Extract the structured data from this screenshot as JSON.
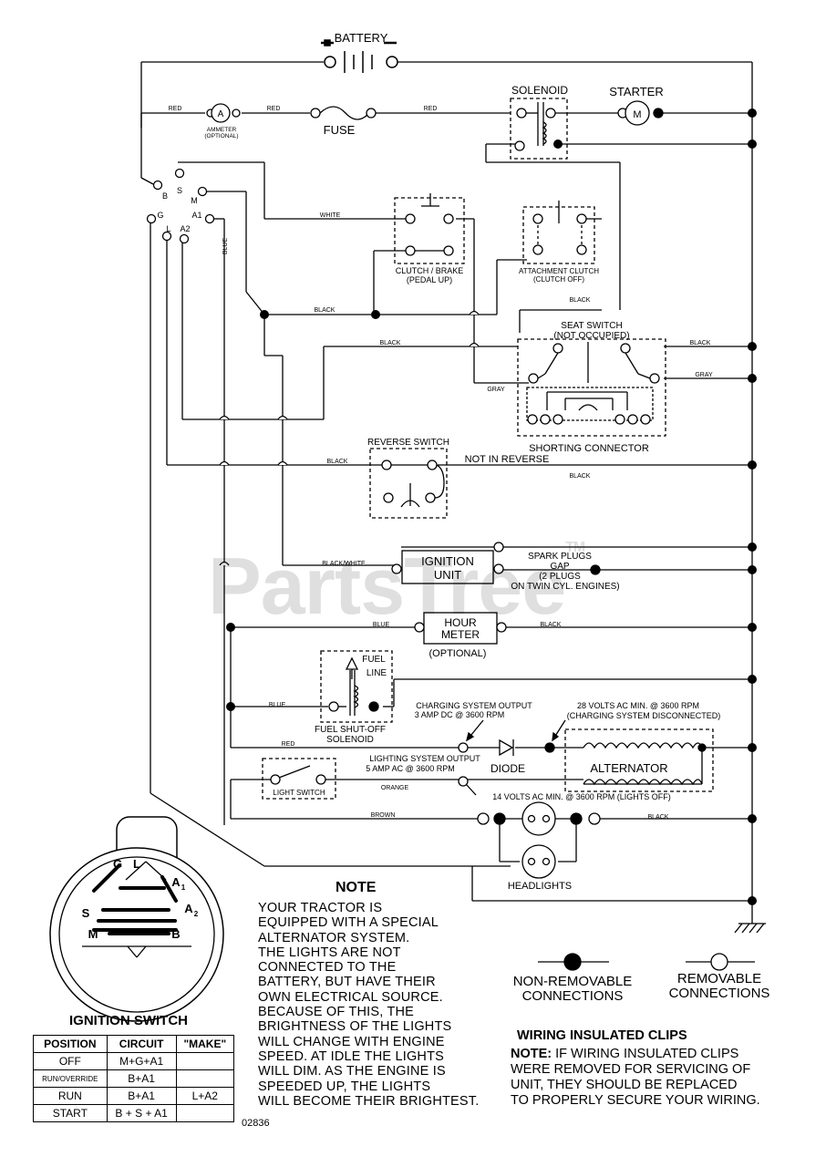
{
  "labels": {
    "battery": "BATTERY",
    "solenoid": "SOLENOID",
    "starter": "STARTER",
    "starter_m": "M",
    "ammeter_symbol": "A",
    "ammeter": "AMMETER",
    "ammeter_opt": "(OPTIONAL)",
    "fuse": "FUSE",
    "red": "RED",
    "white": "WHITE",
    "blue": "BLUE",
    "black": "BLACK",
    "gray": "GRAY",
    "black_white": "BLACK/WHITE",
    "orange": "ORANGE",
    "brown": "BROWN",
    "clutch_brake": "CLUTCH / BRAKE",
    "pedal_up": "(PEDAL UP)",
    "attach_clutch": "ATTACHMENT CLUTCH",
    "clutch_off": "(CLUTCH OFF)",
    "seat_switch": "SEAT SWITCH",
    "not_occupied": "(NOT OCCUPIED)",
    "shorting_connector": "SHORTING CONNECTOR",
    "reverse_switch": "REVERSE SWITCH",
    "not_in_reverse": "NOT IN REVERSE",
    "ignition_unit_1": "IGNITION",
    "ignition_unit_2": "UNIT",
    "spark_plugs": "SPARK PLUGS",
    "gap": "GAP",
    "two_plugs": "(2 PLUGS",
    "twin_cyl": "ON TWIN CYL. ENGINES)",
    "hour_meter_1": "HOUR",
    "hour_meter_2": "METER",
    "optional": "(OPTIONAL)",
    "fuel": "FUEL",
    "line": "LINE",
    "fuel_shutoff": "FUEL SHUT-OFF",
    "solenoid_lc": "SOLENOID",
    "charging_output": "CHARGING SYSTEM OUTPUT",
    "charging_amp": "3 AMP DC @ 3600 RPM",
    "volts28": "28 VOLTS AC MIN. @ 3600 RPM",
    "charging_disc": "(CHARGING SYSTEM DISCONNECTED)",
    "diode": "DIODE",
    "alternator": "ALTERNATOR",
    "lighting_output": "LIGHTING SYSTEM OUTPUT",
    "lighting_amp": "5 AMP AC @ 3600 RPM",
    "volts14": "14 VOLTS AC MIN. @ 3600 RPM (LIGHTS OFF)",
    "light_switch": "LIGHT SWITCH",
    "headlights": "HEADLIGHTS",
    "term_b": "B",
    "term_s": "S",
    "term_m": "M",
    "term_g": "G",
    "term_l": "L",
    "term_a1": "A1",
    "term_a2": "A2"
  },
  "watermark": "PartsTree",
  "watermark_tm": "TM",
  "switch_face": {
    "g": "G",
    "l": "L",
    "a1": "A",
    "a1_sub": "1",
    "s": "S",
    "a2": "A",
    "a2_sub": "2",
    "m": "M",
    "b": "B"
  },
  "note": {
    "title": "NOTE",
    "lines": [
      "YOUR TRACTOR IS",
      "EQUIPPED WITH A SPECIAL",
      "ALTERNATOR SYSTEM.",
      "THE LIGHTS ARE NOT",
      "CONNECTED TO THE",
      "BATTERY, BUT HAVE THEIR",
      "OWN ELECTRICAL SOURCE.",
      "BECAUSE OF THIS, THE",
      "BRIGHTNESS OF THE LIGHTS",
      "WILL CHANGE WITH ENGINE",
      "SPEED.  AT IDLE THE LIGHTS",
      "WILL DIM.  AS THE ENGINE IS",
      "SPEEDED UP, THE LIGHTS",
      "WILL BECOME THEIR BRIGHTEST."
    ]
  },
  "legend": {
    "non_removable_1": "NON-REMOVABLE",
    "non_removable_2": "CONNECTIONS",
    "removable_1": "REMOVABLE",
    "removable_2": "CONNECTIONS"
  },
  "clips": {
    "title": "WIRING INSULATED CLIPS",
    "note_label": "NOTE:",
    "lines": [
      " IF WIRING INSULATED CLIPS",
      "WERE REMOVED FOR SERVICING OF",
      " UNIT, THEY SHOULD BE REPLACED",
      "TO PROPERLY SECURE YOUR WIRING."
    ]
  },
  "ignition_switch": {
    "title": "IGNITION SWITCH",
    "headers": [
      "POSITION",
      "CIRCUIT",
      "\"MAKE\""
    ],
    "rows": [
      [
        "OFF",
        "M+G+A1",
        ""
      ],
      [
        "RUN/OVERRIDE",
        "B+A1",
        ""
      ],
      [
        "RUN",
        "B+A1",
        "L+A2"
      ],
      [
        "START",
        "B + S + A1",
        ""
      ]
    ]
  },
  "drawing_code": "02836"
}
